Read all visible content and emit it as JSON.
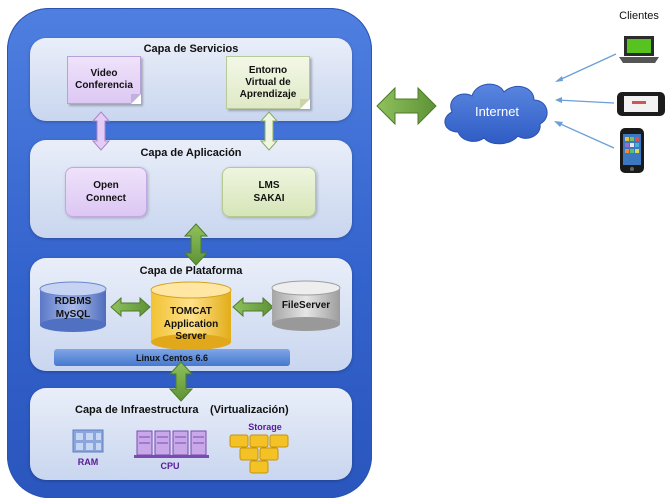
{
  "layers": {
    "services": {
      "title": "Capa de Servicios"
    },
    "application": {
      "title": "Capa de Aplicación"
    },
    "platform": {
      "title": "Capa de Plataforma"
    },
    "infrastructure": {
      "title": "Capa de Infraestructura",
      "subtitle": "(Virtualización)"
    }
  },
  "services": {
    "video": [
      "Video",
      "Conferencia"
    ],
    "entorno": [
      "Entorno",
      "Virtual de",
      "Aprendizaje"
    ]
  },
  "application": {
    "openconnect": [
      "Open",
      "Connect"
    ],
    "lms": [
      "LMS",
      "SAKAI"
    ]
  },
  "platform": {
    "rdbms": [
      "RDBMS",
      "MySQL"
    ],
    "tomcat": [
      "TOMCAT",
      "Application",
      "Server"
    ],
    "fileserver": "FileServer",
    "os": "Linux Centos 6.6"
  },
  "infrastructure": {
    "ram": "RAM",
    "cpu": "CPU",
    "storage": "Storage"
  },
  "network": {
    "internet": "Internet",
    "clients": "Clientes"
  },
  "colors": {
    "outer": "#3a68cf",
    "arrow_green": "#72a846",
    "arrow_purple": "#d7b8f0",
    "arrow_light": "#e8f2d8",
    "cloud": "#3b6ad0"
  }
}
